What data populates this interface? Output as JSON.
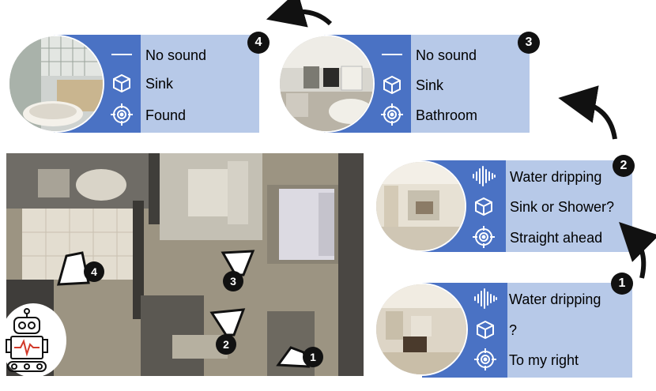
{
  "cards": [
    {
      "step": "4",
      "sound": "No sound",
      "object": "Sink",
      "target": "Found"
    },
    {
      "step": "3",
      "sound": "No sound",
      "object": "Sink",
      "target": "Bathroom"
    },
    {
      "step": "2",
      "sound": "Water dripping",
      "object": "Sink or Shower?",
      "target": "Straight ahead"
    },
    {
      "step": "1",
      "sound": "Water dripping",
      "object": "?",
      "target": "To my right"
    }
  ],
  "markers": [
    "1",
    "2",
    "3",
    "4"
  ],
  "icons": {
    "sound_none": "dash-icon",
    "sound_wave": "audio-wave-icon",
    "object": "cube-icon",
    "target": "target-icon"
  },
  "colors": {
    "strip": "#4a72c4",
    "panel": "#b7c9e8",
    "badge": "#111111"
  }
}
